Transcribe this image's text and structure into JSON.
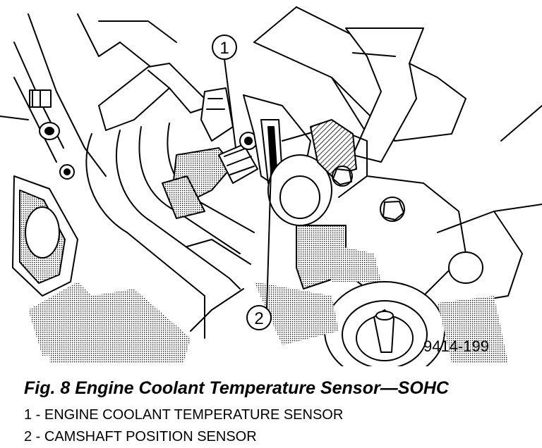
{
  "figure": {
    "id_label": "9414-199",
    "callouts": [
      "1",
      "2"
    ]
  },
  "caption": {
    "title": "Fig. 8 Engine Coolant Temperature Sensor—SOHC",
    "legend": [
      "1 - ENGINE COOLANT TEMPERATURE SENSOR",
      "2 - CAMSHAFT POSITION SENSOR"
    ]
  }
}
